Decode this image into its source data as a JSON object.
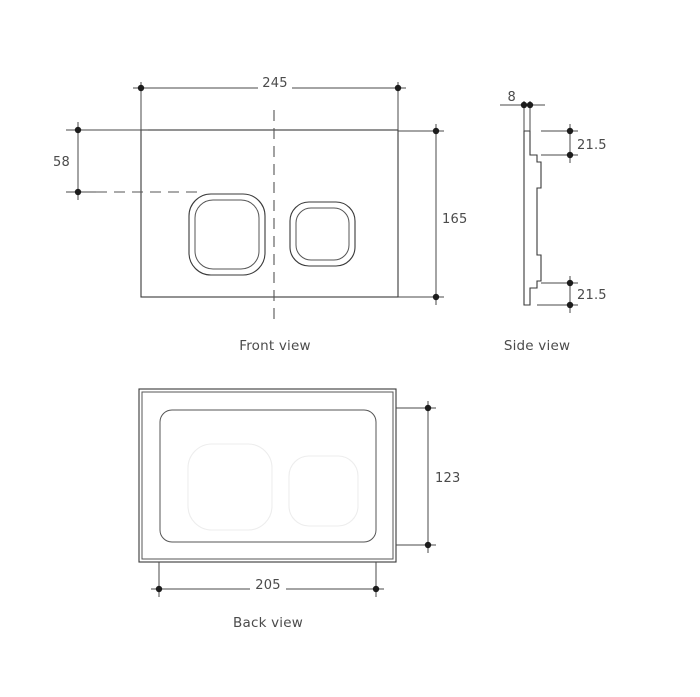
{
  "drawing": {
    "background_color": "#ffffff",
    "line_color": "#3a3a3a",
    "dimension_color": "#4a4a4a",
    "text_color": "#4b4b4b",
    "faint_line_color": "#ededed",
    "units": "mm"
  },
  "views": {
    "front": {
      "label": "Front view",
      "dimensions": {
        "width_top": "245",
        "height_right": "165",
        "offset_left": "58"
      }
    },
    "side": {
      "label": "Side view",
      "dimensions": {
        "thickness": "8",
        "top_step": "21.5",
        "bottom_step": "21.5"
      }
    },
    "back": {
      "label": "Back view",
      "dimensions": {
        "width_bottom": "205",
        "height_right": "123"
      }
    }
  }
}
